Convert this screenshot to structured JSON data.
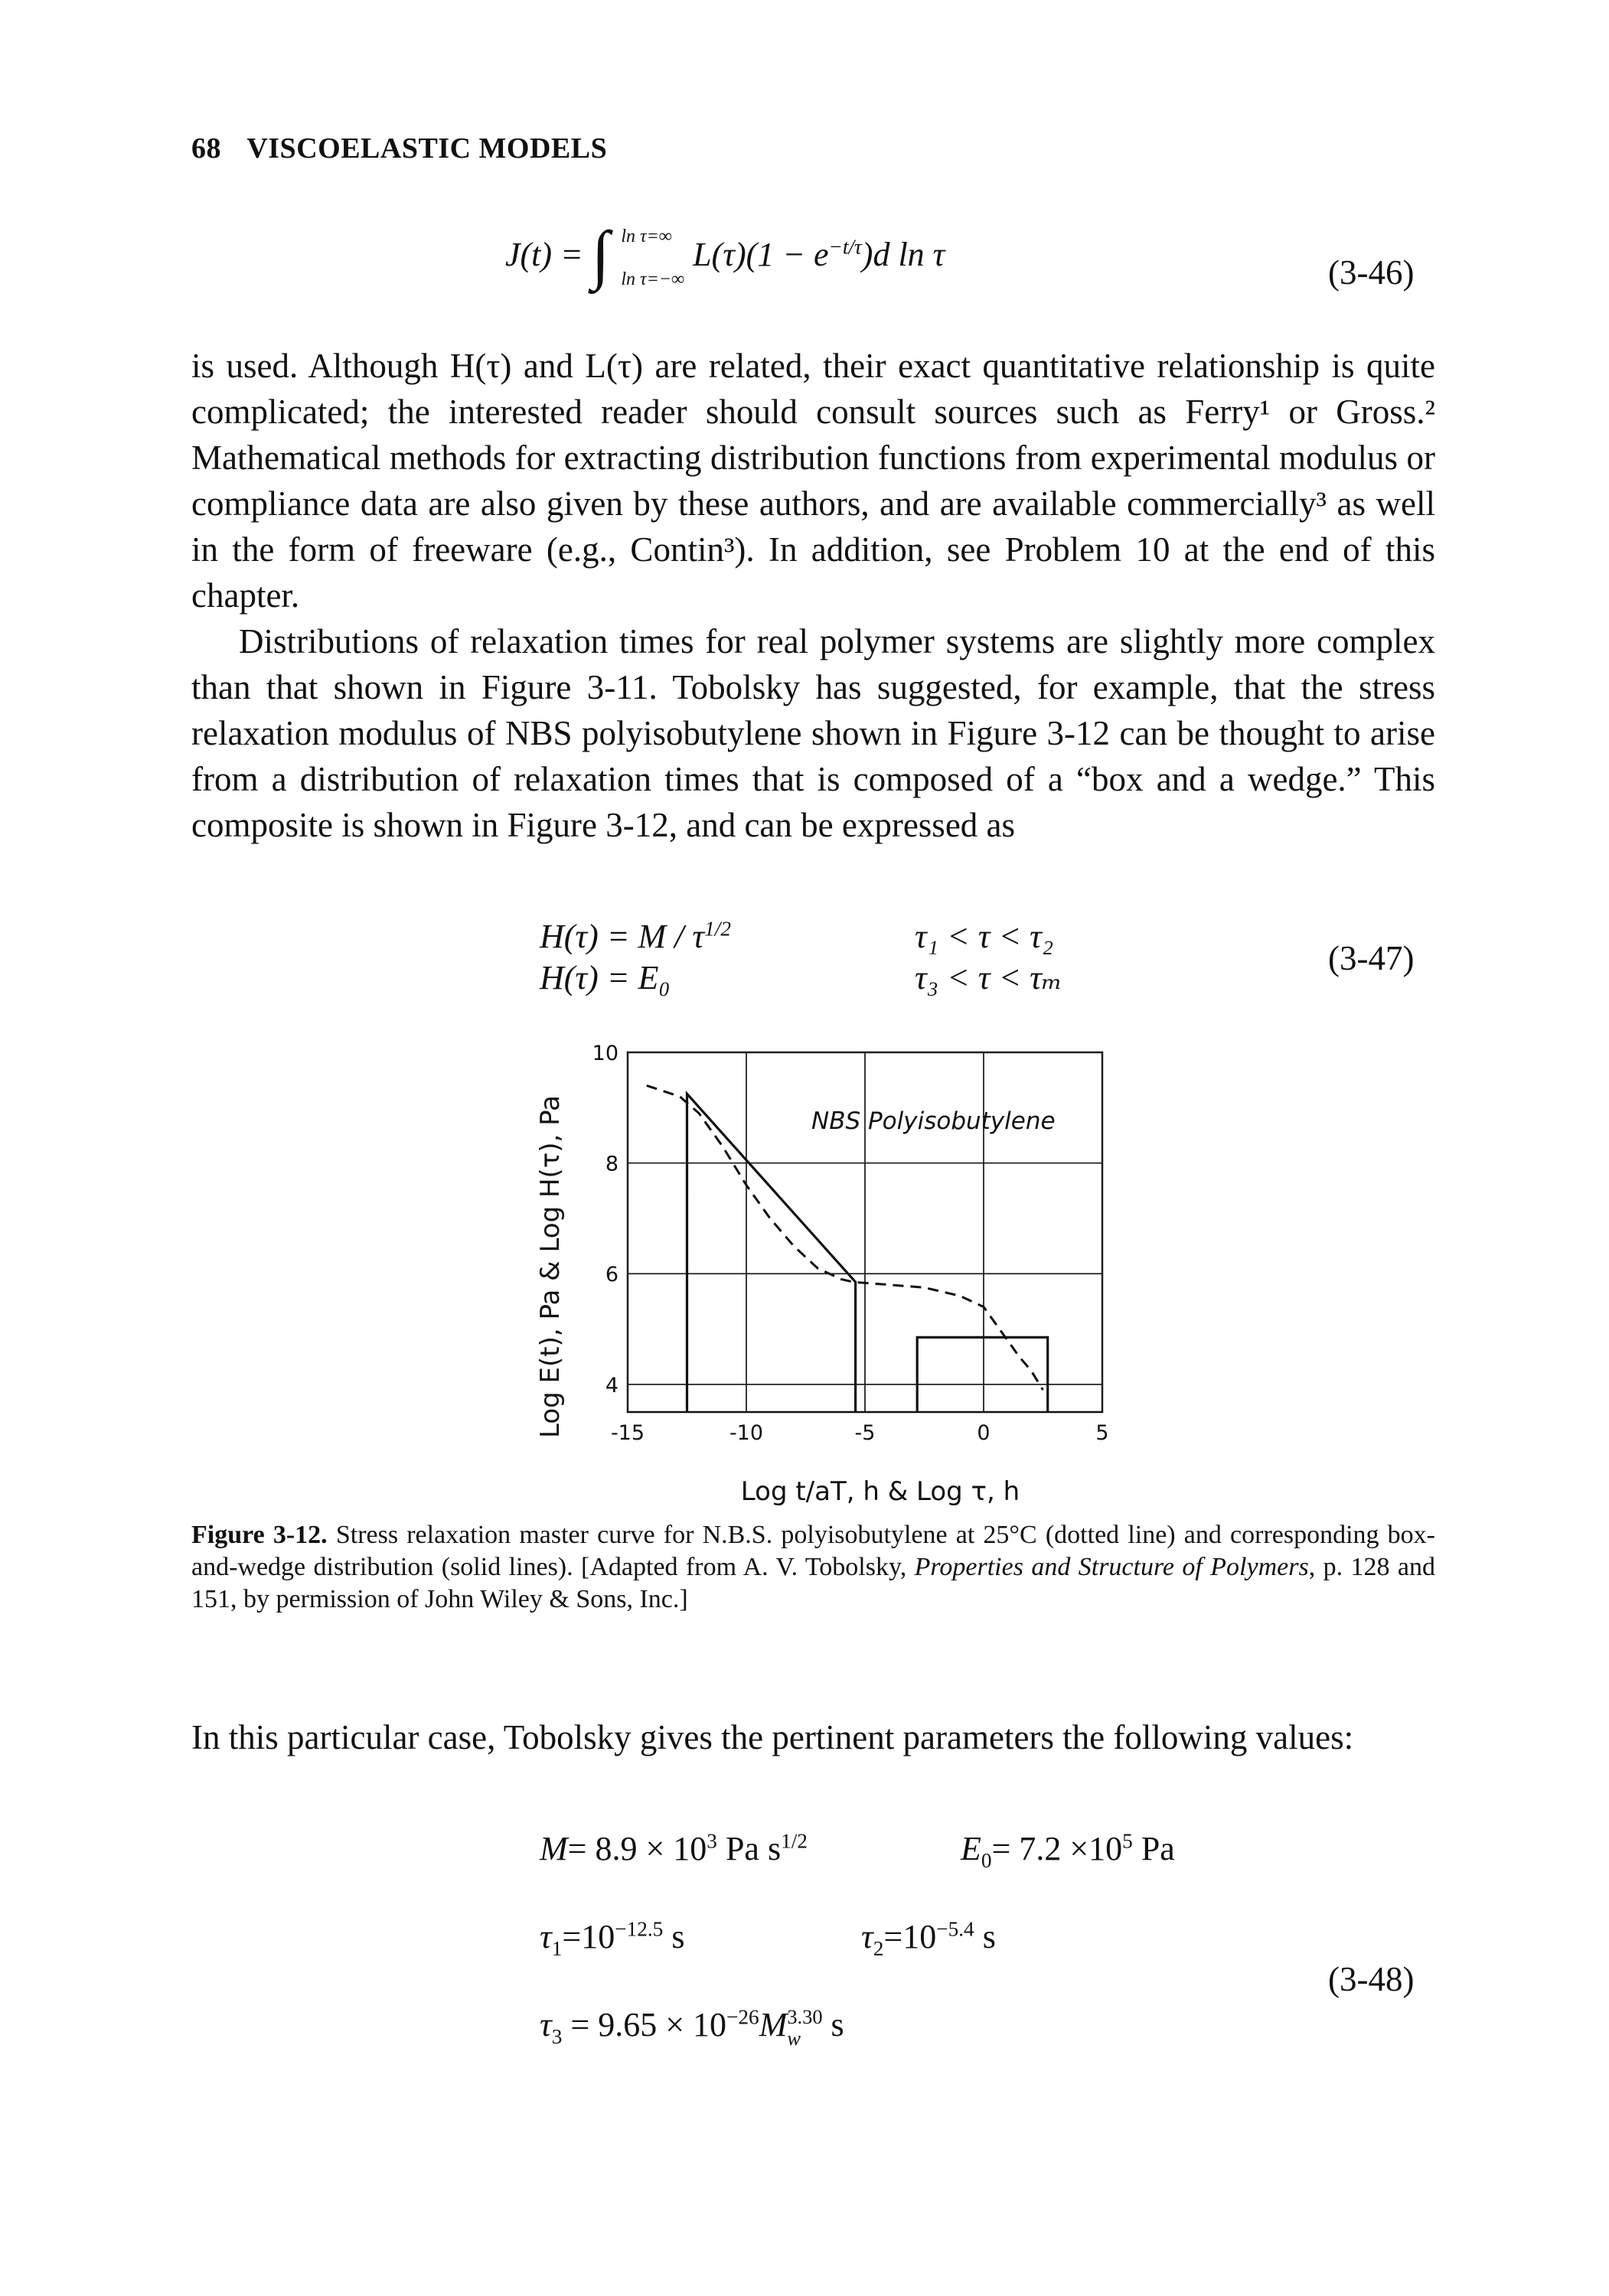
{
  "header": {
    "page_number": "68",
    "running_title": "VISCOELASTIC MODELS"
  },
  "equation_3_46": {
    "lhs": "J(t) =",
    "upper_limit": "ln τ=∞",
    "lower_limit": "ln τ=−∞",
    "integrand": "L(τ)(1 − e",
    "exponent": "−t/τ",
    "tail": ")d ln τ",
    "number": "(3-46)"
  },
  "paragraph_1": {
    "text": "is used. Although H(τ) and L(τ) are related, their exact quantitative relationship is quite complicated; the interested reader should consult sources such as Ferry¹ or Gross.² Mathematical methods for extracting distribution functions from experimental modulus or compliance data are also given by these authors, and are available commercially³ as well in the form of freeware (e.g., Contin³). In addition, see Problem 10 at the end of this chapter."
  },
  "paragraph_2": {
    "text": "Distributions of relaxation times for real polymer systems are slightly more complex than that shown in Figure 3-11. Tobolsky has suggested, for example, that the stress relaxation modulus of NBS polyisobutylene shown in Figure 3-12 can be thought to arise from a distribution of relaxation times that is composed of a “box and a wedge.” This composite is shown in Figure 3-12, and can be expressed as"
  },
  "equation_3_47": {
    "line1_lhs": "H(τ) = M / τ",
    "line1_exp": "1/2",
    "line1_range": "τ₁ < τ < τ₂",
    "line2_lhs": "H(τ) = E₀",
    "line2_range": "τ₃ < τ < τₘ",
    "number": "(3-47)"
  },
  "figure": {
    "annotation": "NBS Polyisobutylene",
    "y_axis_label": "Log E(t), Pa & Log H(τ), Pa",
    "x_axis_label": "Log t/aT, h & Log τ, h"
  },
  "chart_data": {
    "type": "line",
    "xlabel": "Log t/aT, h & Log τ, h",
    "ylabel": "Log E(t), Pa & Log H(τ), Pa",
    "xlim": [
      -15,
      5
    ],
    "ylim": [
      3.5,
      10
    ],
    "x_ticks": [
      "-15",
      "-10",
      "-5",
      "0",
      "5"
    ],
    "y_ticks": [
      "4",
      "6",
      "8",
      "10"
    ],
    "grid": true,
    "annotation": "NBS Polyisobutylene",
    "series": [
      {
        "style": "dashed",
        "x": [
          -14.2,
          -12.8,
          -12.0,
          -11.0,
          -10.0,
          -9.0,
          -8.0,
          -7.0,
          -6.0,
          -5.5,
          -4.0,
          -2.5,
          -1.0,
          0.0,
          0.5,
          1.0,
          1.5,
          2.0,
          2.5
        ],
        "y": [
          9.4,
          9.2,
          8.9,
          8.3,
          7.6,
          7.0,
          6.5,
          6.1,
          5.9,
          5.85,
          5.8,
          5.75,
          5.6,
          5.4,
          5.1,
          4.8,
          4.5,
          4.25,
          3.9
        ]
      },
      {
        "style": "solid",
        "x": [
          -12.5,
          -12.5,
          -5.4,
          -5.4
        ],
        "y": [
          3.5,
          9.25,
          5.85,
          3.5
        ]
      },
      {
        "style": "solid",
        "x": [
          -2.8,
          -2.8,
          2.7,
          2.7
        ],
        "y": [
          3.5,
          4.85,
          4.85,
          3.5
        ]
      }
    ]
  },
  "caption": {
    "label": "Figure 3-12.",
    "text_before_book": "Stress relaxation master curve for N.B.S. polyisobutylene at 25°C (dotted line) and corresponding box-and-wedge distribution (solid lines). [Adapted from A. V. Tobolsky,",
    "book_title": "Properties and Structure of Polymers",
    "text_after_book": ", p. 128 and 151, by permission of John Wiley & Sons, Inc.]"
  },
  "paragraph_3": {
    "text": "In this particular case, Tobolsky gives the pertinent parameters the following values:"
  },
  "equation_3_48": {
    "m_lhs": "M",
    "m_value": "= 8.9 × 10",
    "m_exp": "3",
    "m_unit": " Pa s",
    "m_unit_exp": "1/2",
    "e0_lhs": "E",
    "e0_sub": "0",
    "e0_value": "= 7.2 ×10",
    "e0_exp": "5",
    "e0_unit": " Pa",
    "tau1_lhs": "τ",
    "tau1_sub": "1",
    "tau1_value": "=10",
    "tau1_exp": "−12.5",
    "tau1_unit": " s",
    "tau2_lhs": "τ",
    "tau2_sub": "2",
    "tau2_value": "=10",
    "tau2_exp": "−5.4",
    "tau2_unit": " s",
    "tau3_lhs": "τ",
    "tau3_sub": "3",
    "tau3_value": " = 9.65 × 10",
    "tau3_exp": "−26",
    "tau3_m": "M",
    "tau3_m_exp": "3.30",
    "tau3_m_sub": "w",
    "tau3_unit": "  s",
    "number": "(3-48)"
  }
}
